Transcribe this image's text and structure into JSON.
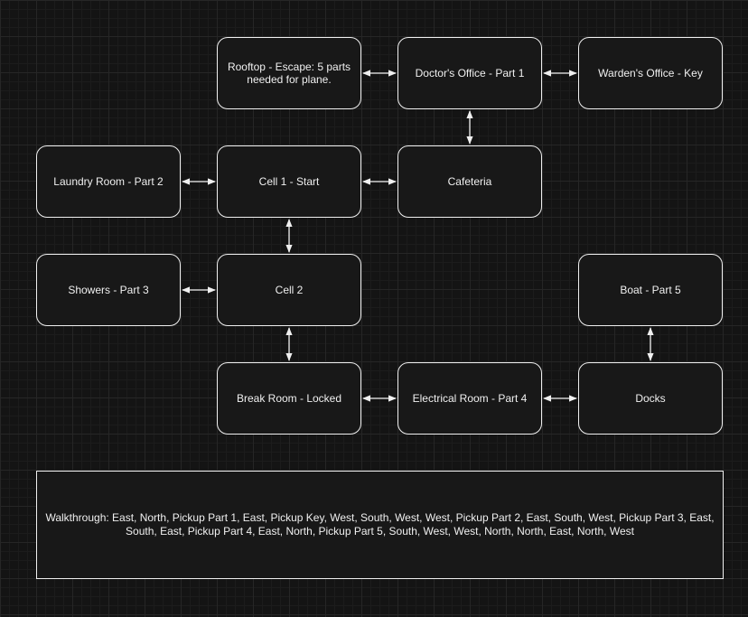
{
  "colors": {
    "background": "#141414",
    "stroke": "#f0f0f0",
    "node_fill": "#181818"
  },
  "nodes": {
    "rooftop": "Rooftop - Escape: 5 parts needed for plane.",
    "doctors_office": "Doctor's Office - Part 1",
    "wardens_office": "Warden's Office - Key",
    "laundry_room": "Laundry Room - Part 2",
    "cell1": "Cell 1 - Start",
    "cafeteria": "Cafeteria",
    "showers": "Showers - Part 3",
    "cell2": "Cell 2",
    "boat": "Boat - Part 5",
    "break_room": "Break Room - Locked",
    "electrical_room": "Electrical Room - Part 4",
    "docks": "Docks"
  },
  "edges": [
    [
      "rooftop",
      "doctors_office"
    ],
    [
      "doctors_office",
      "wardens_office"
    ],
    [
      "doctors_office",
      "cafeteria"
    ],
    [
      "laundry_room",
      "cell1"
    ],
    [
      "cell1",
      "cafeteria"
    ],
    [
      "cell1",
      "cell2"
    ],
    [
      "showers",
      "cell2"
    ],
    [
      "cell2",
      "break_room"
    ],
    [
      "break_room",
      "electrical_room"
    ],
    [
      "electrical_room",
      "docks"
    ],
    [
      "boat",
      "docks"
    ]
  ],
  "walkthrough": "Walkthrough: East, North, Pickup Part 1, East, Pickup Key, West, South, West, West, Pickup Part 2, East, South, West, Pickup Part 3, East, South, East, Pickup Part 4, East, North, Pickup Part 5, South, West, West, North, North, East, North, West"
}
